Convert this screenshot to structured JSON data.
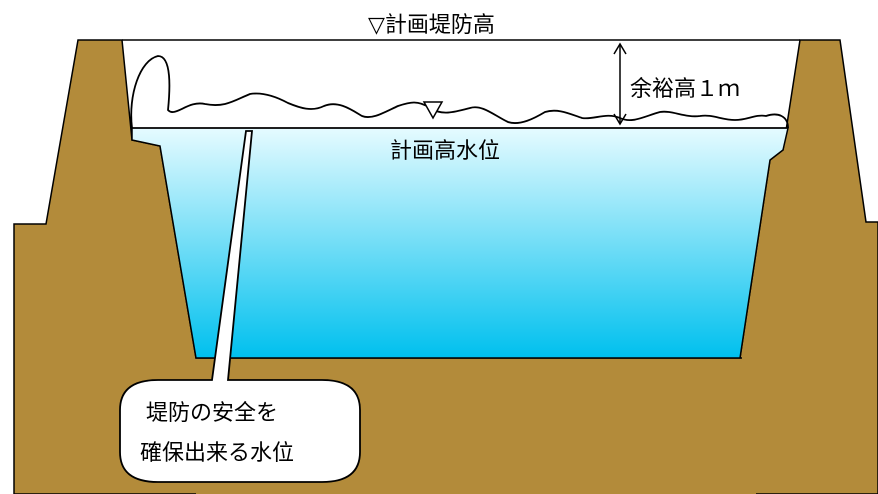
{
  "labels": {
    "design_levee_height": "▽計画堤防高",
    "freeboard": "余裕高１ｍ",
    "design_high_water_level": "計画高水位",
    "callout_line1": "堤防の安全を",
    "callout_line2": "確保出来る水位"
  },
  "colors": {
    "soil": "#b38b3a",
    "soil_outline": "#000000",
    "water_top": "#e6fbff",
    "water_bottom": "#00c0ee",
    "callout_fill": "#ffffff"
  },
  "icons": {
    "water_level_marker": "inverted-triangle-icon"
  }
}
